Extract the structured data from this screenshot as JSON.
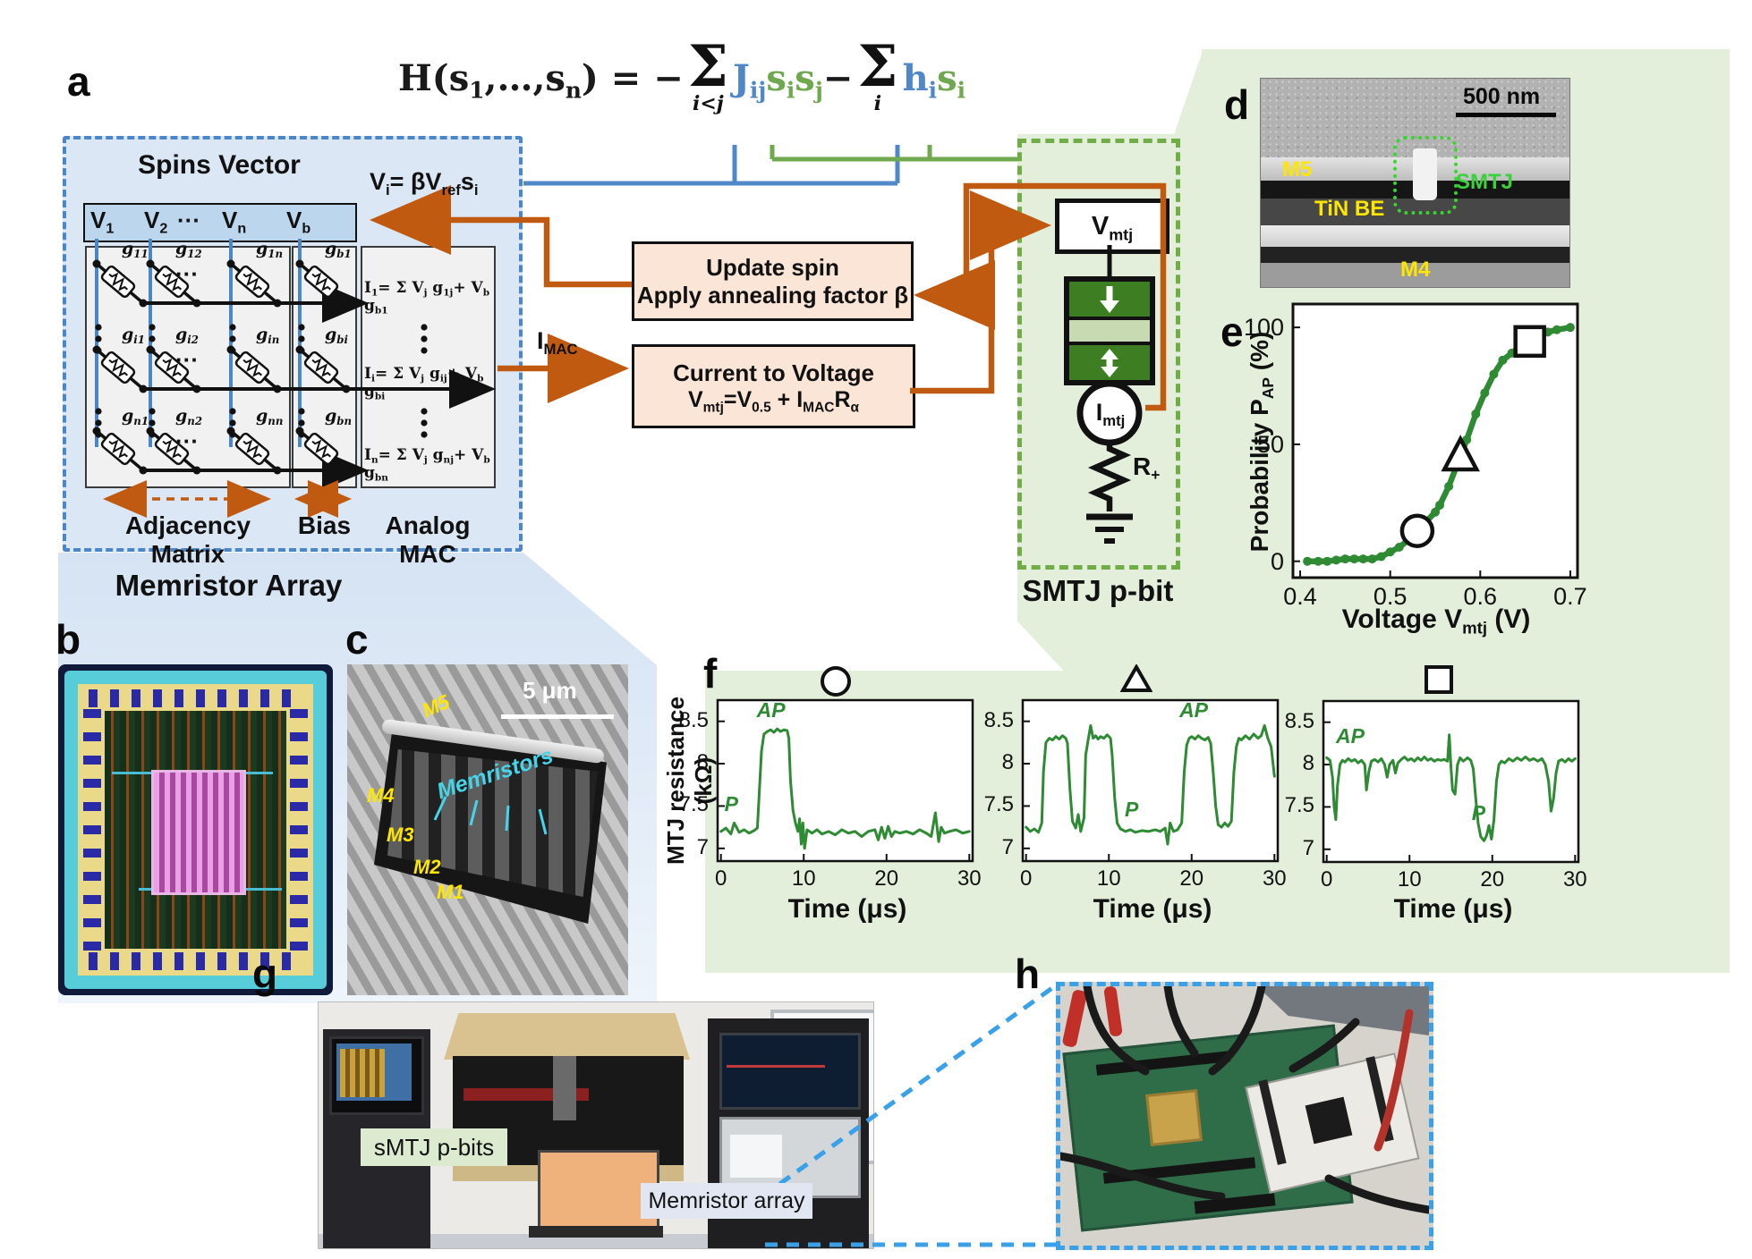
{
  "colors": {
    "accent_blue": "#4a86c8",
    "accent_green": "#70ad47",
    "brown": "#c05a11",
    "curve_green": "#2e8b33",
    "panel_blue_bg": "#dbe7f4",
    "panel_green_bg": "#e3efdb",
    "peach": "#fbe5d6",
    "mtj_dark": "#3e7e23",
    "mtj_light": "#c7dab2",
    "yellow": "#ffe600",
    "cyan": "#45d4e8",
    "eq_blue": "#4f87c9",
    "eq_green": "#6fa84e"
  },
  "equation": {
    "parts": [
      {
        "t": "H(s_{1},…,s_{n}) = −",
        "c": "#1a1a1a"
      },
      {
        "sum": "i<j"
      },
      {
        "t": "J_{ij}",
        "c": "#4f87c9"
      },
      {
        "t": "s_{i}s_{j}",
        "c": "#6fa84e"
      },
      {
        "t": " − ",
        "c": "#1a1a1a"
      },
      {
        "sum": "i"
      },
      {
        "t": "h_{i}",
        "c": "#4f87c9"
      },
      {
        "t": "s_{i}",
        "c": "#6fa84e"
      }
    ]
  },
  "panel_labels": {
    "a": "a",
    "b": "b",
    "c": "c",
    "d": "d",
    "e": "e",
    "f": "f",
    "g": "g",
    "h": "h"
  },
  "panel_a": {
    "title": "Spins Vector",
    "formula": "V_{i}= βV_{ref}s_{i}",
    "header": [
      "V_{1}",
      "V_{2}",
      "···",
      "V_{n}",
      "V_{b}"
    ],
    "rows": [
      {
        "g": [
          "g_{11}",
          "g_{12}",
          "g_{1n}",
          "g_{b1}"
        ],
        "eq": "I_{1}= Σ V_{j} g_{1j}+ V_{b} g_{b1}"
      },
      {
        "g": [
          "g_{i1}",
          "g_{i2}",
          "g_{in}",
          "g_{bi}"
        ],
        "eq": "I_{i}= Σ V_{j} g_{ij}+ V_{b} g_{bi}"
      },
      {
        "g": [
          "g_{n1}",
          "g_{n2}",
          "g_{nn}",
          "g_{bn}"
        ],
        "eq": "I_{n}= Σ V_{j} g_{nj}+ V_{b} g_{bn}"
      }
    ],
    "row_dots": "···",
    "footer": {
      "adjacency": "Adjacency Matrix",
      "bias": "Bias",
      "mac": "Analog MAC"
    },
    "caption": "Memristor Array"
  },
  "flow": {
    "imac": "I_{MAC}",
    "update_line1": "Update spin",
    "update_line2": "Apply annealing factor β",
    "c2v_line1": "Current to Voltage",
    "c2v_line2": "V_{mtj}=V_{0.5} + I_{MAC}R_{α}"
  },
  "pbit": {
    "vmtj": "V_{mtj}",
    "imtj": "I_{mtj}",
    "resistor": "R_{+}",
    "caption": "SMTJ p-bit"
  },
  "panel_d": {
    "scale_bar": "500 nm",
    "label_m5": "M5",
    "label_tin": "TiN BE",
    "label_smtj": "SMTJ",
    "label_m4": "M4"
  },
  "panel_c": {
    "scale_bar": "5 μm",
    "label_memristors": "Memristors",
    "layers": [
      "M5",
      "M4",
      "M3",
      "M2",
      "M1"
    ]
  },
  "panel_g": {
    "tag_smtj": "sMTJ p-bits",
    "tag_memristor": "Memristor array"
  },
  "chart_data": [
    {
      "id": "e",
      "type": "line",
      "title": "",
      "xlabel": "Voltage V_{mtj} (V)",
      "ylabel": "Probability P_{AP} (%)",
      "xlim": [
        0.392,
        0.708
      ],
      "ylim": [
        -7,
        110
      ],
      "xticks": [
        "0.4",
        "0.5",
        "0.6",
        "0.7"
      ],
      "xtick_vals": [
        0.4,
        0.5,
        0.6,
        0.7
      ],
      "yticks": [
        "0",
        "50",
        "100"
      ],
      "ytick_vals": [
        0,
        50,
        100
      ],
      "grid": false,
      "color": "#2e8b33",
      "x": [
        0.408,
        0.42,
        0.43,
        0.44,
        0.45,
        0.46,
        0.47,
        0.48,
        0.49,
        0.5,
        0.51,
        0.52,
        0.53,
        0.54,
        0.55,
        0.555,
        0.565,
        0.575,
        0.585,
        0.595,
        0.605,
        0.615,
        0.625,
        0.635,
        0.645,
        0.655,
        0.665,
        0.675,
        0.685,
        0.7
      ],
      "y": [
        0,
        0,
        0,
        0.5,
        1,
        1,
        1,
        1,
        2,
        4,
        6,
        9,
        13,
        17,
        21,
        24,
        32,
        42,
        52,
        63,
        72,
        80,
        86,
        89,
        92,
        94,
        96,
        98,
        99,
        100
      ],
      "markers": [
        {
          "shape": "circle",
          "x": 0.53,
          "y": 13
        },
        {
          "shape": "triangle",
          "x": 0.578,
          "y": 45
        },
        {
          "shape": "square",
          "x": 0.655,
          "y": 94
        }
      ]
    },
    {
      "id": "f1",
      "type": "line",
      "marker": "circle",
      "xlabel": "Time (μs)",
      "ylabel": "MTJ resistance (kΩ)",
      "xlim": [
        -0.4,
        30.4
      ],
      "ylim": [
        6.85,
        8.75
      ],
      "xticks": [
        "0",
        "10",
        "20",
        "30"
      ],
      "xtick_vals": [
        0,
        10,
        20,
        30
      ],
      "yticks": [
        "7",
        "7.5",
        "8",
        "8.5"
      ],
      "ytick_vals": [
        7,
        7.5,
        8,
        8.5
      ],
      "grid": false,
      "color": "#2e8b33",
      "x": [
        0,
        0.6,
        1.2,
        1.6,
        2.2,
        2.8,
        3.4,
        4,
        4.4,
        4.6,
        4.9,
        5.2,
        5.6,
        6,
        6.4,
        6.8,
        7.2,
        7.6,
        8,
        8.2,
        8.4,
        8.7,
        9,
        9.3,
        9.5,
        9.7,
        9.9,
        10.1,
        10.4,
        11,
        11.6,
        12.2,
        13,
        13.8,
        14.6,
        15.4,
        16.2,
        17,
        17.8,
        18.6,
        19,
        19.4,
        19.8,
        20.2,
        20.6,
        21,
        21.6,
        22.4,
        23.2,
        24,
        24.8,
        25.4,
        25.9,
        26.3,
        26.6,
        27,
        27.6,
        28.4,
        29.2,
        30
      ],
      "y": [
        7.2,
        7.24,
        7.17,
        7.3,
        7.19,
        7.22,
        7.18,
        7.21,
        7.24,
        7.6,
        8.15,
        8.35,
        8.38,
        8.4,
        8.37,
        8.41,
        8.38,
        8.4,
        8.39,
        8.3,
        7.8,
        7.45,
        7.3,
        7.2,
        7.35,
        7.05,
        7.3,
        7.0,
        7.22,
        7.18,
        7.22,
        7.17,
        7.2,
        7.16,
        7.22,
        7.18,
        7.2,
        7.14,
        7.2,
        7.22,
        7.1,
        7.25,
        7.12,
        7.26,
        7.14,
        7.2,
        7.18,
        7.2,
        7.17,
        7.22,
        7.18,
        7.14,
        7.42,
        7.08,
        7.25,
        7.18,
        7.2,
        7.22,
        7.18,
        7.2
      ],
      "annotations": [
        {
          "text": "AP",
          "x": 5.4,
          "y": 8.62
        },
        {
          "text": "P",
          "x": 1.5,
          "y": 7.52
        }
      ]
    },
    {
      "id": "f2",
      "type": "line",
      "marker": "triangle",
      "xlabel": "Time (μs)",
      "ylabel": "MTJ resistance (kΩ)",
      "xlim": [
        -0.4,
        30.4
      ],
      "ylim": [
        6.85,
        8.75
      ],
      "xticks": [
        "0",
        "10",
        "20",
        "30"
      ],
      "xtick_vals": [
        0,
        10,
        20,
        30
      ],
      "yticks": [
        "7",
        "7.5",
        "8",
        "8.5"
      ],
      "ytick_vals": [
        7,
        7.5,
        8,
        8.5
      ],
      "grid": false,
      "color": "#2e8b33",
      "x": [
        0,
        0.5,
        1,
        1.5,
        1.9,
        2.1,
        2.4,
        2.8,
        3.2,
        3.6,
        4,
        4.4,
        4.8,
        5,
        5.3,
        5.6,
        6,
        6.3,
        6.6,
        7,
        7.2,
        7.5,
        7.8,
        8.1,
        8.4,
        8.7,
        9,
        9.4,
        9.8,
        10.2,
        10.4,
        10.7,
        11,
        11.4,
        12,
        12.6,
        13.2,
        14,
        14.8,
        15.6,
        16.2,
        16.8,
        17.1,
        17.4,
        17.8,
        18.3,
        18.8,
        19.1,
        19.4,
        19.7,
        20,
        20.4,
        20.8,
        21.2,
        21.6,
        22,
        22.3,
        22.6,
        22.9,
        23.2,
        23.6,
        24,
        24.4,
        24.8,
        25.1,
        25.4,
        25.7,
        26,
        26.5,
        27,
        27.5,
        28,
        28.4,
        28.8,
        29.2,
        29.6,
        30
      ],
      "y": [
        7.25,
        7.2,
        7.23,
        7.19,
        7.3,
        7.9,
        8.25,
        8.3,
        8.28,
        8.32,
        8.29,
        8.33,
        8.3,
        8.24,
        7.7,
        7.32,
        7.24,
        7.4,
        7.2,
        7.36,
        8.1,
        8.28,
        8.45,
        8.3,
        8.33,
        8.29,
        8.32,
        8.3,
        8.34,
        8.3,
        8.1,
        7.6,
        7.3,
        7.23,
        7.2,
        7.22,
        7.19,
        7.21,
        7.2,
        7.22,
        7.2,
        7.24,
        7.05,
        7.3,
        7.2,
        7.22,
        7.3,
        7.9,
        8.22,
        8.3,
        8.32,
        8.29,
        8.33,
        8.3,
        8.28,
        8.31,
        8.24,
        7.9,
        7.5,
        7.28,
        7.25,
        7.3,
        7.26,
        7.32,
        7.9,
        8.2,
        8.3,
        8.28,
        8.33,
        8.29,
        8.35,
        8.3,
        8.33,
        8.45,
        8.3,
        8.2,
        7.85
      ],
      "annotations": [
        {
          "text": "AP",
          "x": 19.6,
          "y": 8.62
        },
        {
          "text": "P",
          "x": 13,
          "y": 7.45
        }
      ]
    },
    {
      "id": "f3",
      "type": "line",
      "marker": "square",
      "xlabel": "Time (μs)",
      "ylabel": "MTJ resistance (kΩ)",
      "xlim": [
        -0.4,
        30.4
      ],
      "ylim": [
        6.85,
        8.75
      ],
      "xticks": [
        "0",
        "10",
        "20",
        "30"
      ],
      "xtick_vals": [
        0,
        10,
        20,
        30
      ],
      "yticks": [
        "7",
        "7.5",
        "8",
        "8.5"
      ],
      "ytick_vals": [
        7,
        7.5,
        8,
        8.5
      ],
      "grid": false,
      "color": "#2e8b33",
      "x": [
        0,
        0.4,
        0.7,
        0.9,
        1.1,
        1.3,
        1.6,
        1.9,
        2.2,
        2.6,
        3,
        3.4,
        3.8,
        4.2,
        4.6,
        4.8,
        5.1,
        5.4,
        5.8,
        6.2,
        6.6,
        7,
        7.3,
        7.6,
        8,
        8.3,
        8.6,
        9,
        9.4,
        9.8,
        10.2,
        10.6,
        11,
        11.4,
        11.8,
        12.2,
        12.6,
        13,
        13.4,
        13.8,
        14.2,
        14.6,
        14.8,
        15,
        15.2,
        15.5,
        15.8,
        16.1,
        16.5,
        17,
        17.4,
        17.7,
        18,
        18.3,
        18.6,
        19,
        19.3,
        19.6,
        19.9,
        20.2,
        20.5,
        20.8,
        21.1,
        21.5,
        22,
        22.5,
        23,
        23.5,
        24,
        24.5,
        25,
        25.5,
        26,
        26.4,
        26.8,
        27.1,
        27.4,
        27.7,
        28,
        28.4,
        28.8,
        29.2,
        29.6,
        30
      ],
      "y": [
        8.08,
        8.05,
        7.85,
        7.5,
        7.35,
        7.75,
        8.0,
        8.05,
        8.03,
        8.07,
        8.04,
        8.06,
        8.02,
        8.05,
        8.0,
        7.7,
        7.92,
        8.04,
        8.06,
        8.03,
        8.07,
        8.0,
        7.85,
        8.0,
        8.05,
        7.9,
        8.02,
        8.06,
        8.09,
        8.05,
        8.07,
        8.04,
        8.08,
        8.05,
        8.09,
        8.05,
        8.07,
        8.04,
        8.06,
        8.05,
        8.06,
        8.04,
        8.35,
        7.98,
        7.7,
        7.65,
        8.0,
        8.08,
        8.04,
        8.08,
        8.05,
        7.95,
        7.6,
        7.3,
        7.15,
        7.1,
        7.16,
        7.28,
        7.12,
        7.35,
        7.8,
        8.0,
        8.04,
        8.02,
        8.07,
        8.04,
        8.08,
        8.05,
        8.09,
        8.05,
        8.07,
        8.04,
        8.07,
        8.0,
        7.8,
        7.45,
        7.6,
        7.9,
        8.04,
        8.06,
        8.03,
        8.07,
        8.04,
        8.07
      ],
      "annotations": [
        {
          "text": "AP",
          "x": 2.2,
          "y": 8.33
        },
        {
          "text": "P",
          "x": 18.6,
          "y": 7.42
        }
      ]
    }
  ]
}
